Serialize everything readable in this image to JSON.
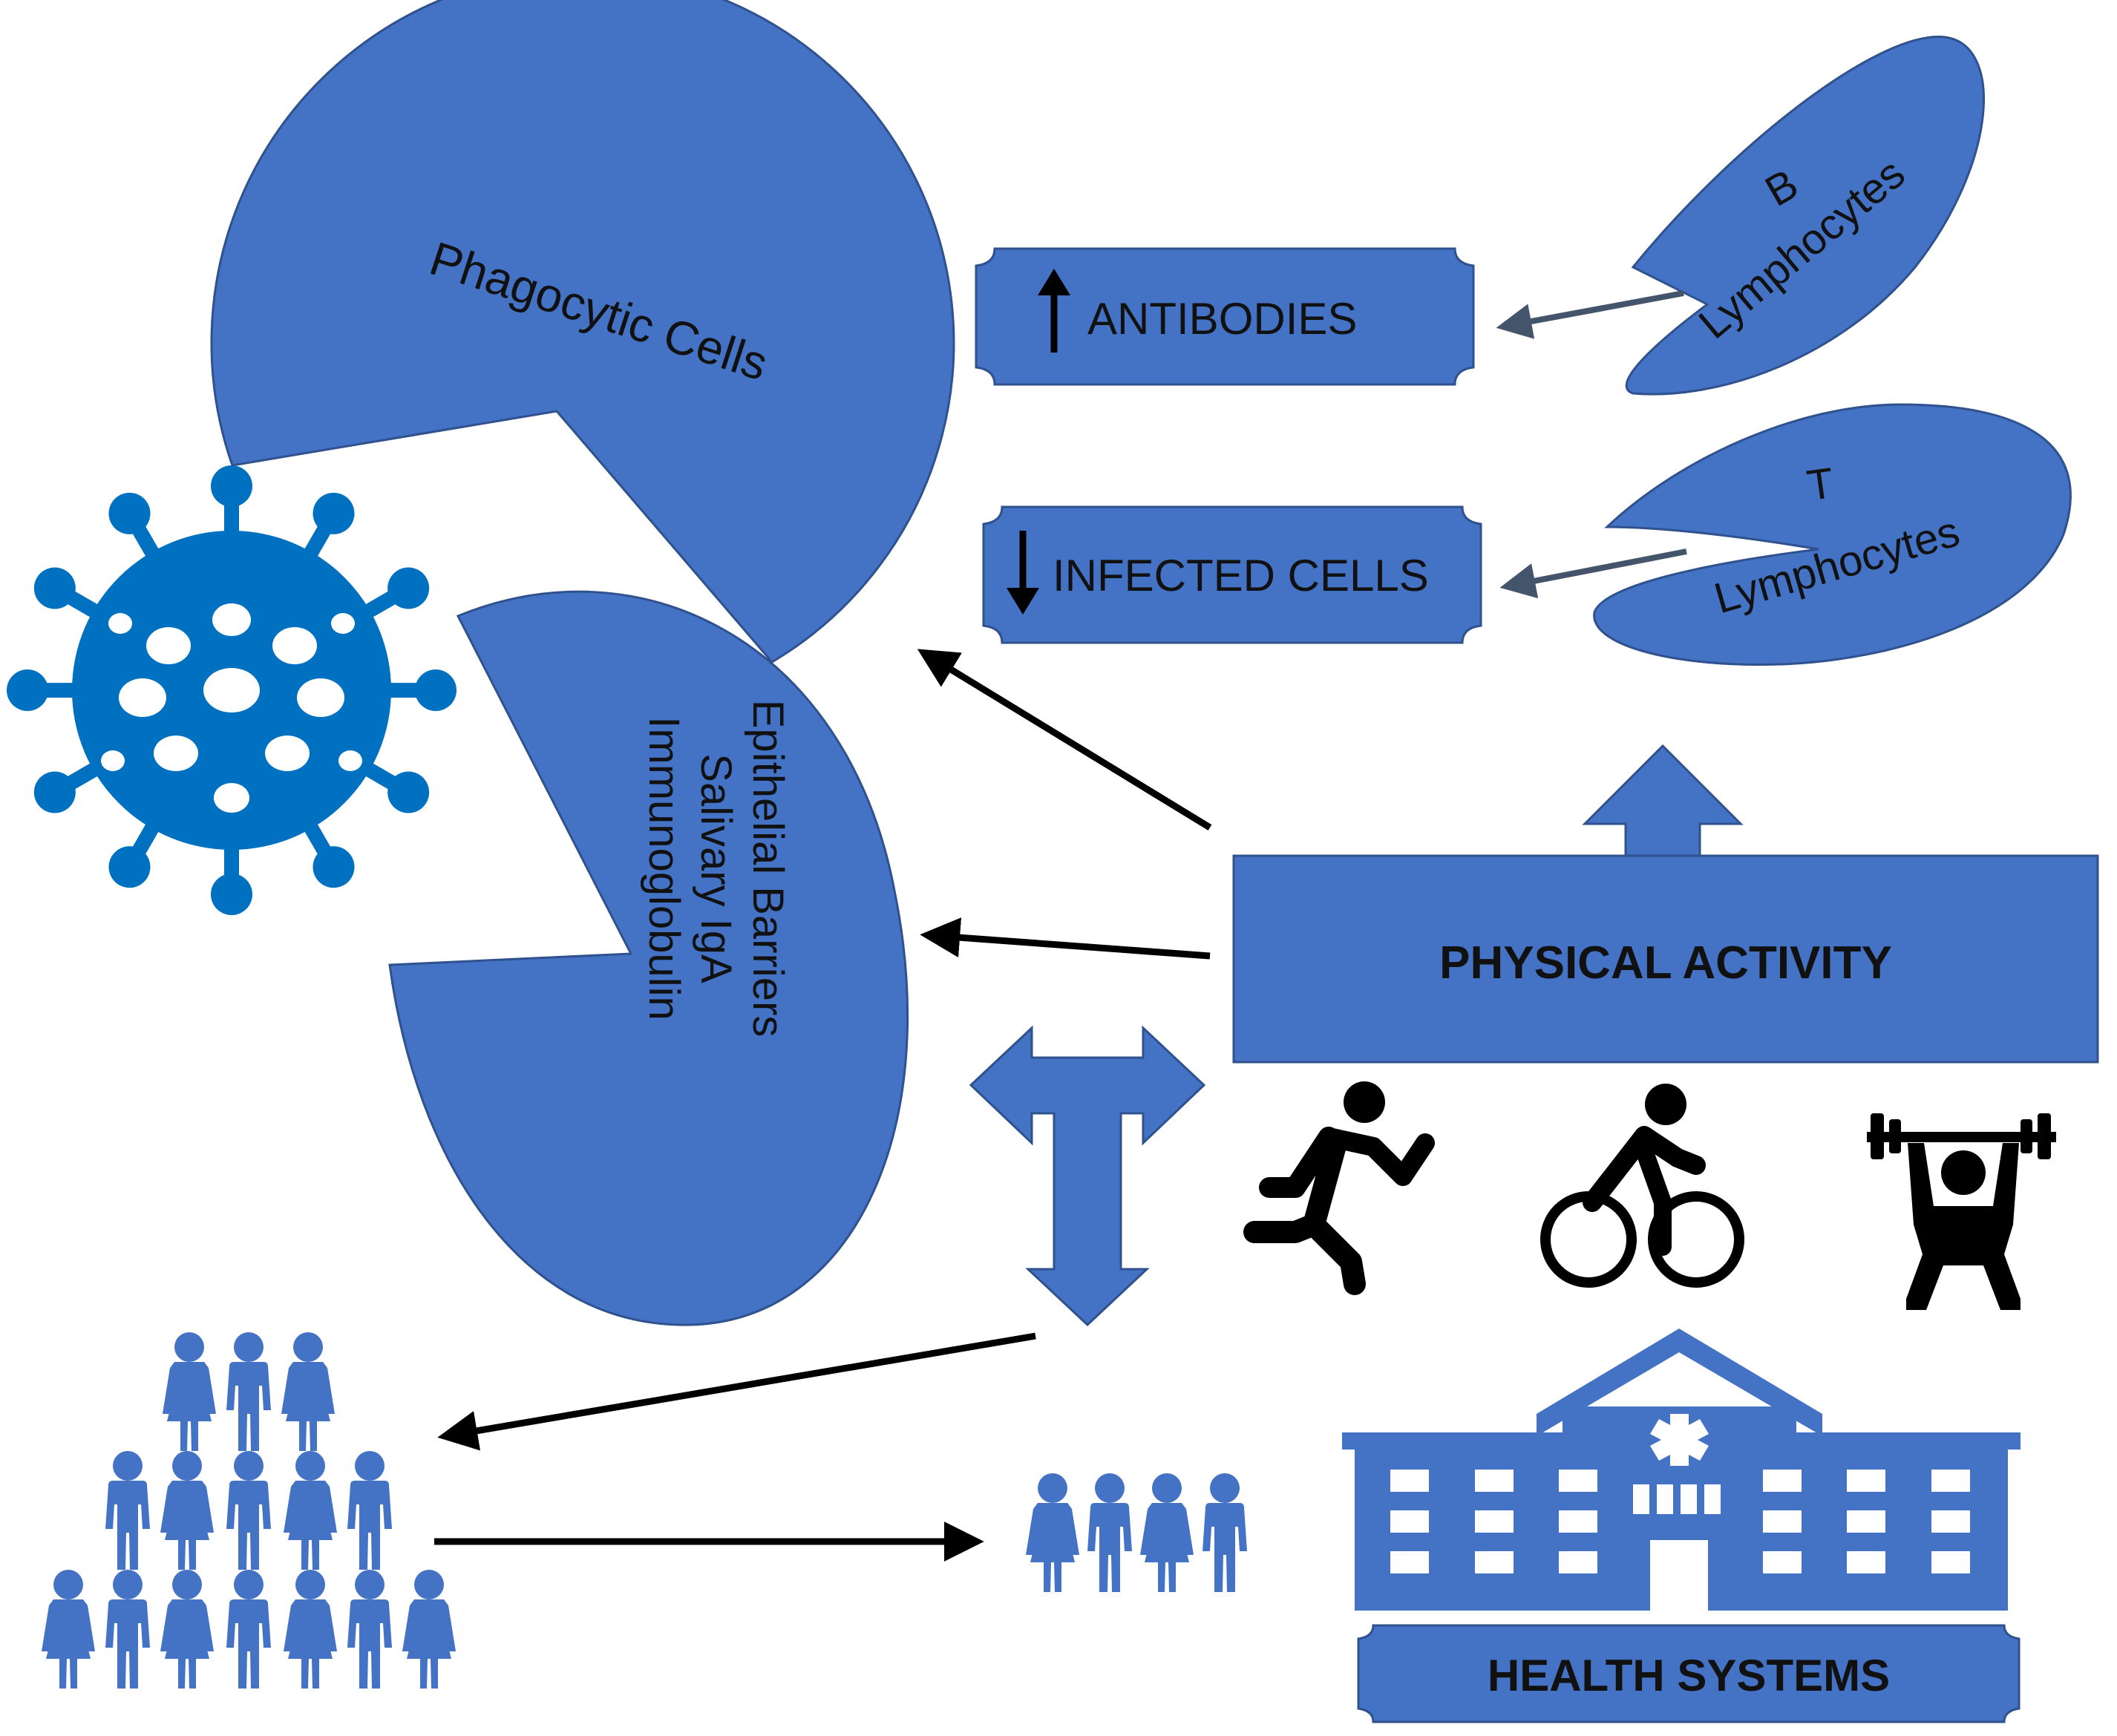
{
  "colors": {
    "shape_fill": "#4472c4",
    "shape_stroke": "#2f528f",
    "virus": "#0070c0",
    "arrow": "#000000",
    "thin_arrow": "#44546a",
    "icon_black": "#000000",
    "background": "#ffffff"
  },
  "cells": {
    "phagocytic": "Phagocytic Cells",
    "epithelial_lines": [
      "Epithelial Barriers",
      "Salivary IgA",
      "Immunoglobulin"
    ],
    "b_letter": "B",
    "b_word": "Lymphocytes",
    "t_letter": "T",
    "t_word": "Lymphocytes"
  },
  "boxes": {
    "antibodies": {
      "label": "ANTIBODIES",
      "direction": "up"
    },
    "infected": {
      "label": "INFECTED CELLS",
      "direction": "down"
    }
  },
  "physical_activity": {
    "label": "PHYSICAL ACTIVITY"
  },
  "health_systems": {
    "label": "HEALTH SYSTEMS"
  },
  "icons": {
    "virus": "virus-icon",
    "runner": "running-person-icon",
    "cyclist": "cyclist-icon",
    "weightlifter": "weightlifter-icon",
    "hospital": "hospital-building-icon",
    "population": "population-pyramid-icon",
    "small_group": "small-group-icon"
  }
}
